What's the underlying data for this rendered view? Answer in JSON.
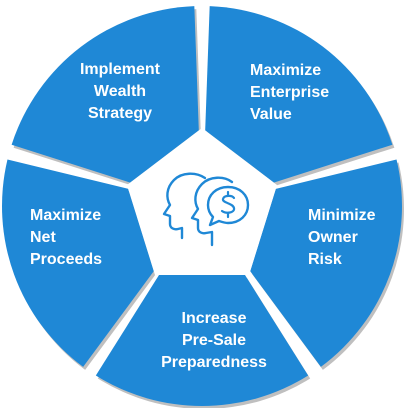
{
  "diagram": {
    "colors": {
      "segment": "#1f88d6",
      "segment_shadow": "#bfbfbf",
      "center": "#ffffff",
      "icon": "#1f88d6",
      "label": "#ffffff"
    },
    "center_icon": "head-dollar-thought-icon",
    "segments": [
      {
        "lines": [
          "Implement",
          "Wealth",
          "Strategy"
        ]
      },
      {
        "lines": [
          "Maximize",
          "Enterprise",
          "Value"
        ]
      },
      {
        "lines": [
          "Minimize",
          "Owner",
          "Risk"
        ]
      },
      {
        "lines": [
          "Increase",
          "Pre-Sale",
          "Preparedness"
        ]
      },
      {
        "lines": [
          "Maximize",
          "Net",
          "Proceeds"
        ]
      }
    ]
  }
}
